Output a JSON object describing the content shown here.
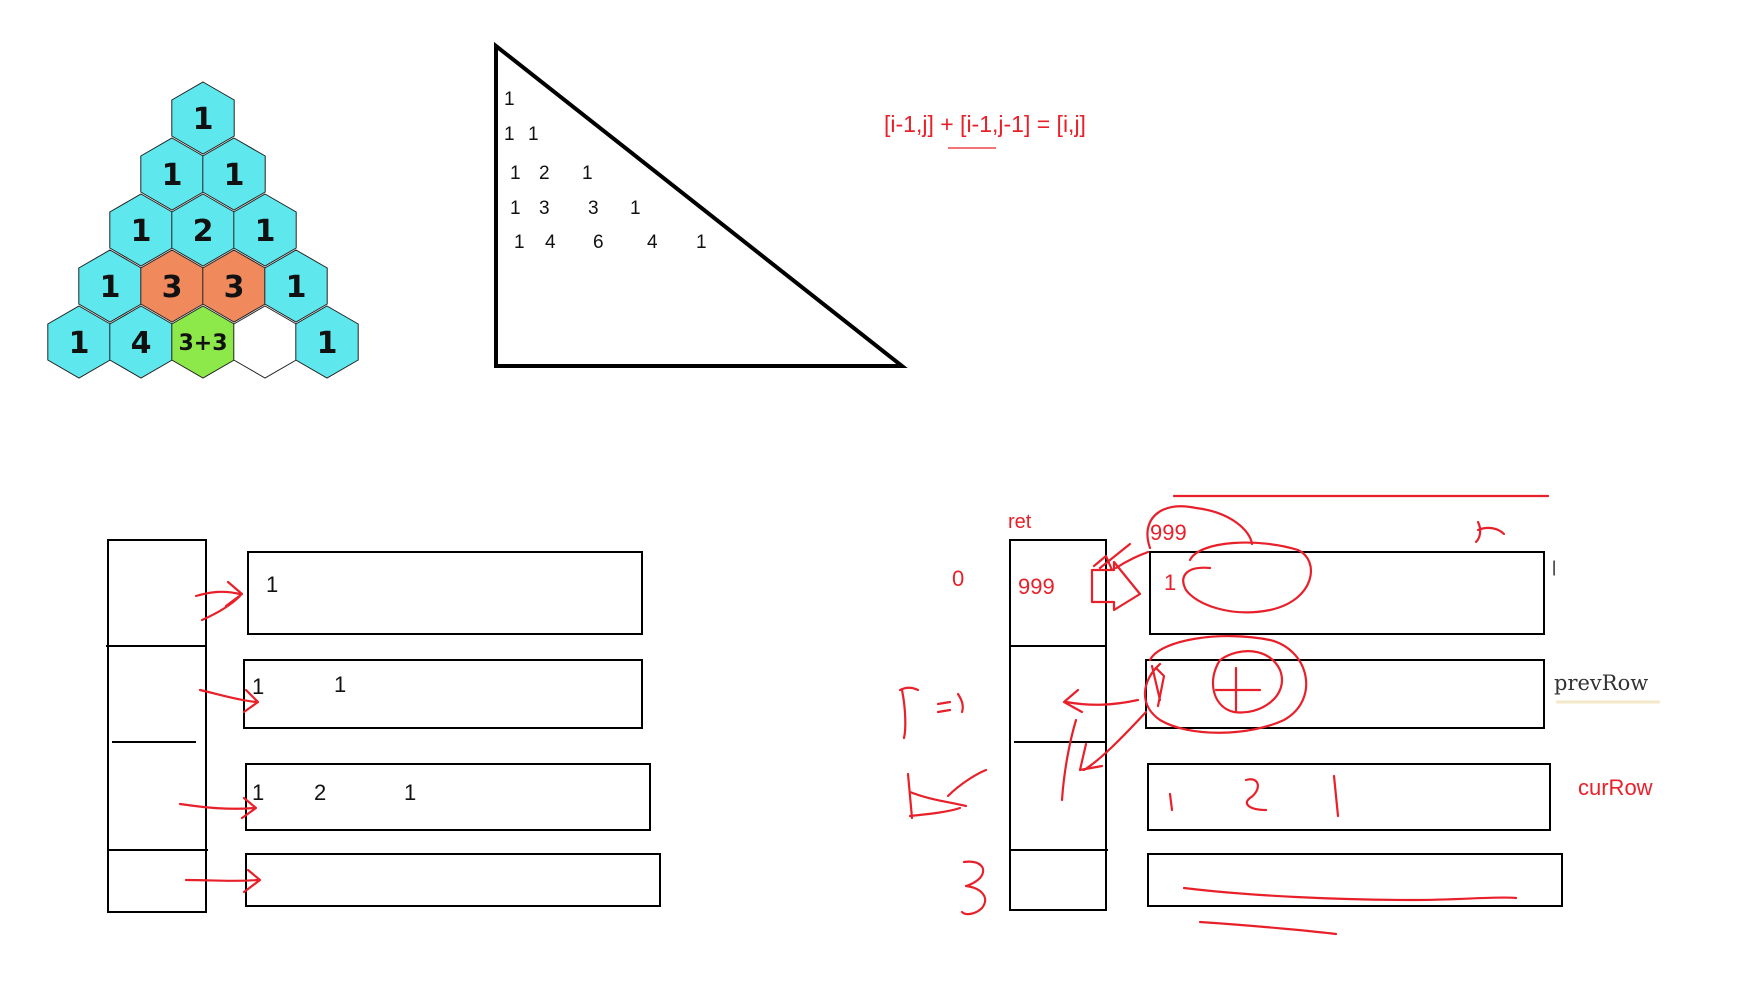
{
  "hex_triangle": {
    "rows": [
      [
        "1"
      ],
      [
        "1",
        "1"
      ],
      [
        "1",
        "2",
        "1"
      ],
      [
        "1",
        "3",
        "3",
        "1"
      ],
      [
        "1",
        "4",
        "3+3",
        "",
        "1"
      ]
    ],
    "colors": {
      "default": "#5ee8ee",
      "highlight_orange": "#f08a5d",
      "highlight_green": "#8de84a",
      "empty": "#ffffff"
    }
  },
  "right_triangle": {
    "rows": [
      [
        "1"
      ],
      [
        "1",
        "1"
      ],
      [
        "1",
        "2",
        "1"
      ],
      [
        "1",
        "3",
        "3",
        "1"
      ],
      [
        "1",
        "4",
        "6",
        "4",
        "1"
      ]
    ]
  },
  "formula": {
    "text": "[i-1,j] + [i-1,j-1] = [i,j]",
    "color": "#e8202a"
  },
  "left_diagram": {
    "row1": "1",
    "row2": [
      "1",
      "1"
    ],
    "row3": [
      "1",
      "2",
      "1"
    ]
  },
  "right_diagram": {
    "ret_label": "ret",
    "index_0": "0",
    "value_999": "999",
    "scribble_999": "999",
    "row1_value": "1",
    "prev_row_label": "prevRow",
    "cur_row_label": "curRow",
    "handwritten_i": "i",
    "handwritten_j": "j",
    "handwritten_eq": "=",
    "handwritten_one": "1",
    "handwritten_2": "2",
    "handwritten_3": "3",
    "handwritten_k": "k",
    "cur_row_values": [
      "1",
      "2",
      "1"
    ]
  }
}
